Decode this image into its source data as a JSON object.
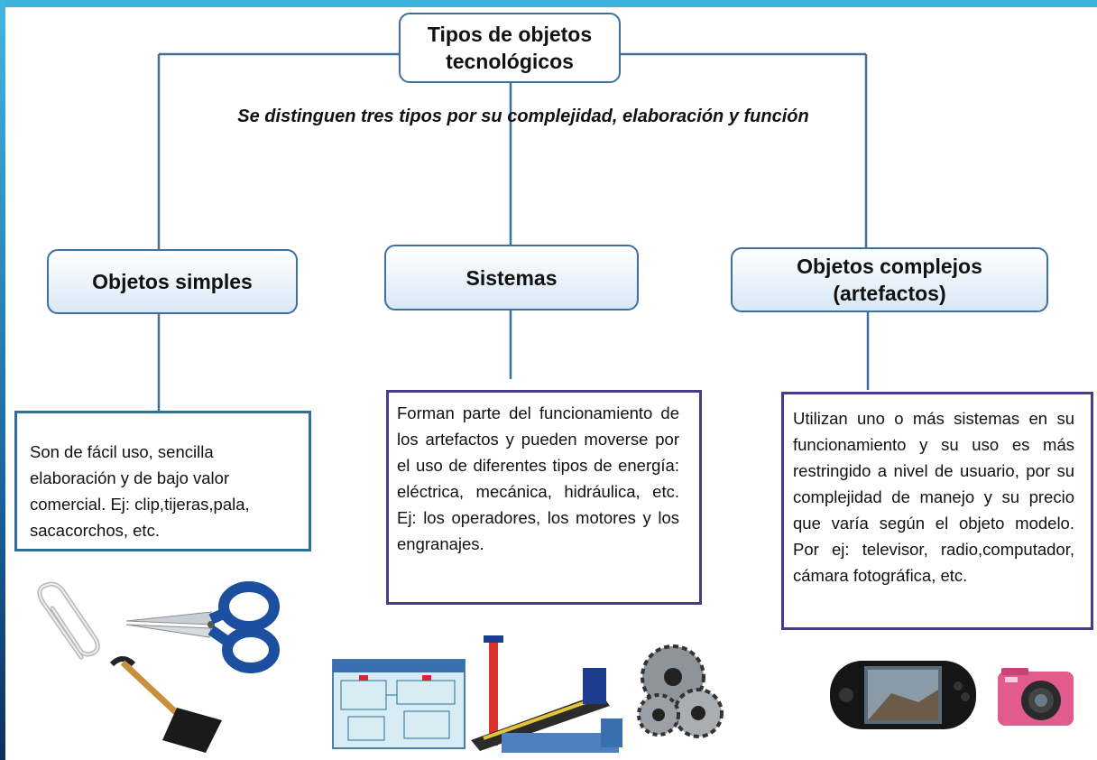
{
  "title": "Tipos de objetos tecnológicos",
  "subtitle": "Se distinguen tres tipos por su complejidad, elaboración y función",
  "categories": [
    {
      "label": "Objetos simples",
      "description": "Son de fácil uso, sencilla elaboración y de bajo valor comercial. Ej: clip,tijeras,pala, sacacorchos, etc.",
      "images": [
        "paperclip-icon",
        "scissors-icon",
        "shovel-icon"
      ]
    },
    {
      "label": "Sistemas",
      "description": "Forman parte del funcionamiento de los artefactos y pueden moverse por el uso de diferentes tipos de energía: eléctrica, mecánica, hidráulica, etc. Ej: los operadores, los motores y los engranajes.",
      "images": [
        "control-panel-icon",
        "crane-model-icon",
        "gears-icon"
      ]
    },
    {
      "label": "Objetos complejos (artefactos)",
      "description": "Utilizan uno o más sistemas en su funcionamiento y su uso es más restringido a nivel de usuario, por su complejidad de manejo y su precio que varía según el objeto modelo.  Por ej: televisor, radio,computador, cámara fotográfica, etc.",
      "images": [
        "handheld-console-icon",
        "camera-icon"
      ]
    }
  ],
  "colors": {
    "line": "#3e6f9e",
    "box_border": "#3e6f9e",
    "desc_border_left": "#2f6f9a",
    "desc_border_purple": "#4b3a8c",
    "accent_bar": "#3fb2dc"
  }
}
